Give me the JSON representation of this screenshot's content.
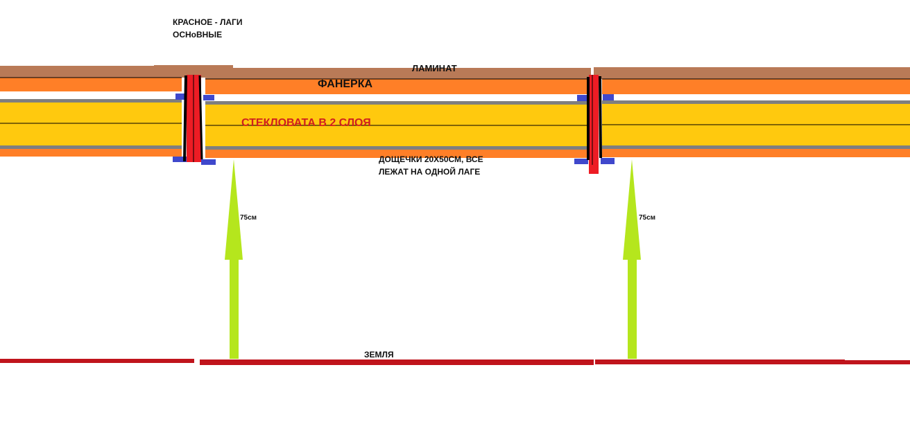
{
  "labels": {
    "red_logs_line1": "КРАСНОЕ - ЛАГИ",
    "red_logs_line2": "ОСНоВНЫЕ",
    "laminate": "ЛАМИНАТ",
    "plywood": "ФАНЕРКА",
    "glass_wool": "СТЕКЛОВАТА В 2 СЛОЯ",
    "boards_line1": "ДОЩЕЧКИ 20Х50СМ, ВСЕ",
    "boards_line2": "ЛЕЖАТ НА ОДНОЙ ЛАГЕ",
    "height_left": "75см",
    "height_right": "75см",
    "ground": "ЗЕМЛЯ"
  },
  "colors": {
    "laminate": "#b97a57",
    "plywood": "#ff7f27",
    "glass_wool": "#ffc90e",
    "gray_strip": "#7f7f7f",
    "log_red": "#ed1c24",
    "board_blue": "#3f48cc",
    "arrow": "#b5e61d",
    "ground": "#c0141c",
    "label_red": "#d01f1f",
    "outline": "#000000"
  }
}
